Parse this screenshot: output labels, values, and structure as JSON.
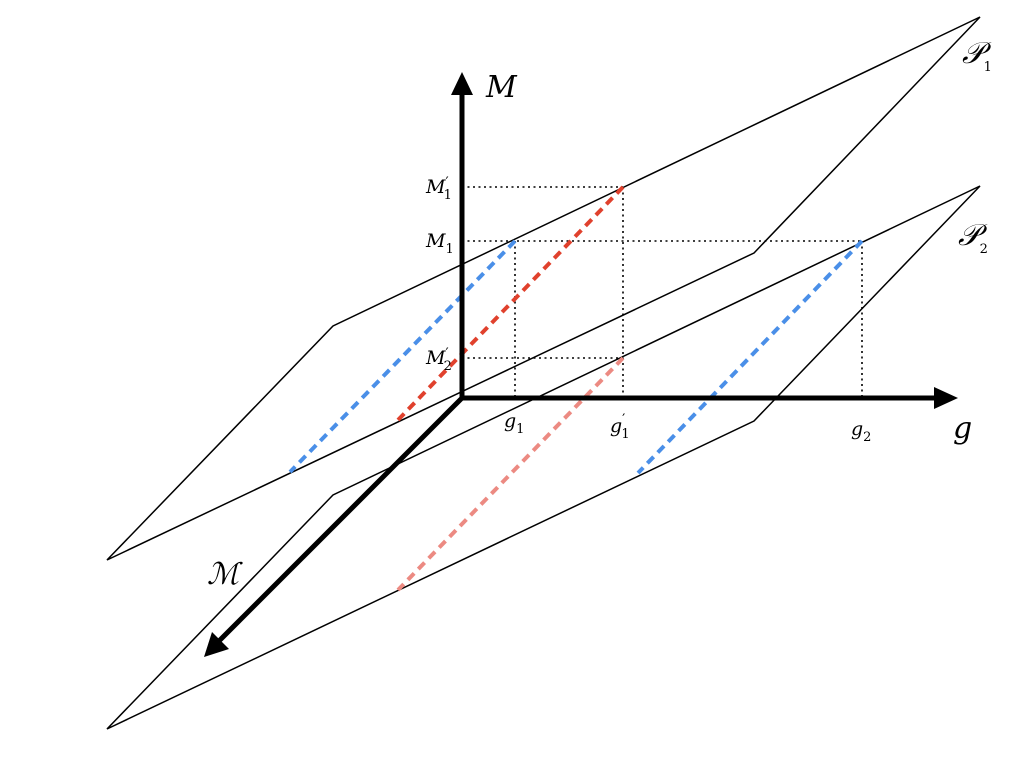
{
  "axes": {
    "vertical_label": "M",
    "horizontal_label": "g",
    "depth_label": "ℳ"
  },
  "planes": {
    "p1": {
      "letter": "𝒫",
      "subscript": "1"
    },
    "p2": {
      "letter": "𝒫",
      "subscript": "2"
    }
  },
  "ticks": {
    "m1_prime": {
      "base": "M",
      "sup": "′",
      "sub": "1"
    },
    "m1": {
      "base": "M",
      "sub": "1"
    },
    "m2_prime": {
      "base": "M",
      "sup": "′",
      "sub": "2"
    },
    "g1": {
      "base": "g",
      "sub": "1"
    },
    "g1_prime": {
      "base": "g",
      "sup": "′",
      "sub": "1"
    },
    "g2": {
      "base": "g",
      "sub": "2"
    }
  },
  "colors": {
    "blue_line": "#4a8fe8",
    "red_line": "#e0412d",
    "pink_line": "#ec8a82",
    "axis": "#000000"
  }
}
